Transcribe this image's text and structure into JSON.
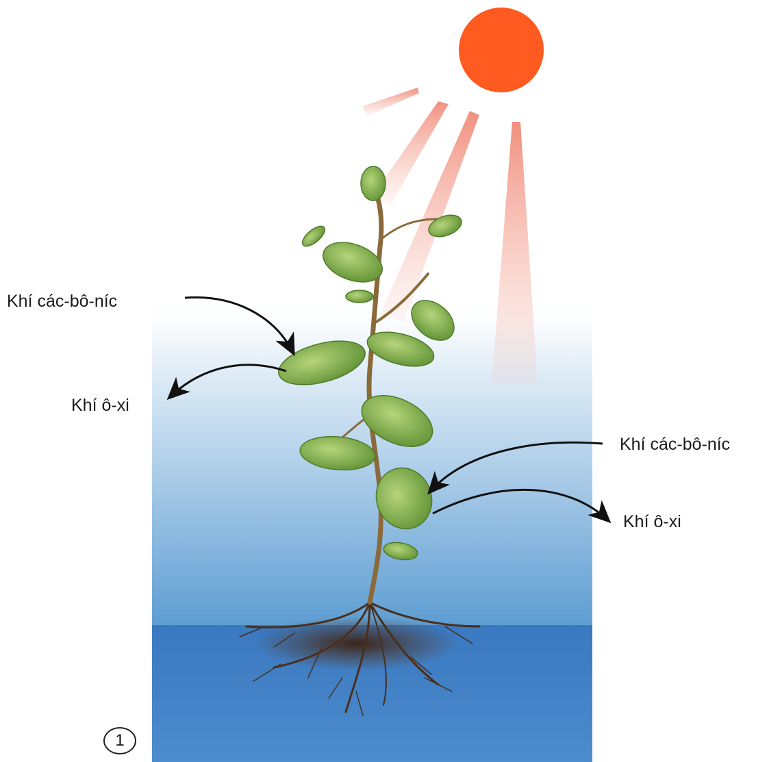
{
  "labels": {
    "co2_left": "Khí các-bô-níc",
    "o2_left": "Khí ô-xi",
    "co2_right": "Khí các-bô-níc",
    "o2_right": "Khí ô-xi"
  },
  "figure_number": "1",
  "colors": {
    "sun": "#ff5a1f",
    "sun_ray": "#f4a090",
    "sky_top": "#ffffff",
    "sky_bottom": "#5f9fd3",
    "soil": "#3f7cc3",
    "leaf": "#7fb04a",
    "stem": "#8a6a3a",
    "roots": "#4a2e1a",
    "arrow": "#111111"
  }
}
